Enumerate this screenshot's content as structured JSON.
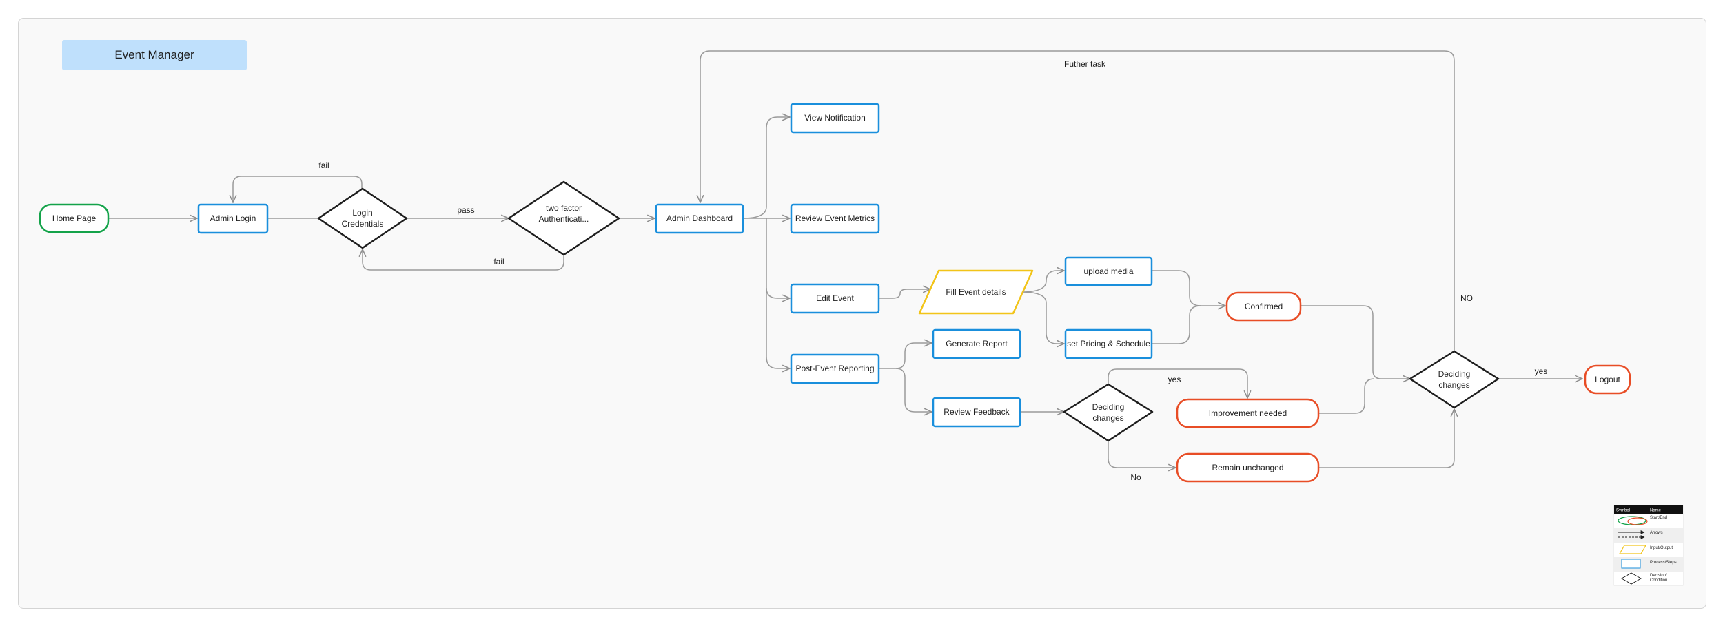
{
  "title": "Event Manager",
  "colors": {
    "start_end": "#14a34a",
    "process": "#1a8fdc",
    "io": "#f2c419",
    "decision": "#1e1e1e",
    "terminal_alt": "#e84d26",
    "connector": "#9a9a9a"
  },
  "nodes": {
    "home_page": "Home Page",
    "admin_login": "Admin Login",
    "login_credentials": [
      "Login",
      "Credentials"
    ],
    "two_factor": [
      "two factor",
      "Authenticati..."
    ],
    "admin_dashboard": "Admin Dashboard",
    "view_notification": "View Notification",
    "review_event_metrics": "Review Event Metrics",
    "edit_event": "Edit Event",
    "post_event_reporting": "Post-Event Reporting",
    "fill_event_details": "Fill Event details",
    "upload_media": "upload media",
    "set_pricing": "set Pricing & Schedule",
    "confirmed": "Confirmed",
    "generate_report": "Generate Report",
    "review_feedback": "Review Feedback",
    "deciding_changes_1": [
      "Deciding",
      "changes"
    ],
    "improvement_needed": "Improvement needed",
    "remain_unchanged": "Remain unchanged",
    "deciding_changes_2": [
      "Deciding",
      "changes"
    ],
    "logout": "Logout"
  },
  "edge_labels": {
    "fail_top": "fail",
    "pass": "pass",
    "fail_bottom": "fail",
    "further_task": "Futher task",
    "no_upper": "NO",
    "yes_upper": "yes",
    "no_lower": "No",
    "yes_logout": "yes"
  },
  "legend": {
    "header_symbol": "Symbol",
    "header_name": "Name",
    "rows": [
      "Start/End",
      "Arrows",
      "Input/Output",
      "Process/Steps",
      "Decision/",
      "Condition"
    ]
  }
}
